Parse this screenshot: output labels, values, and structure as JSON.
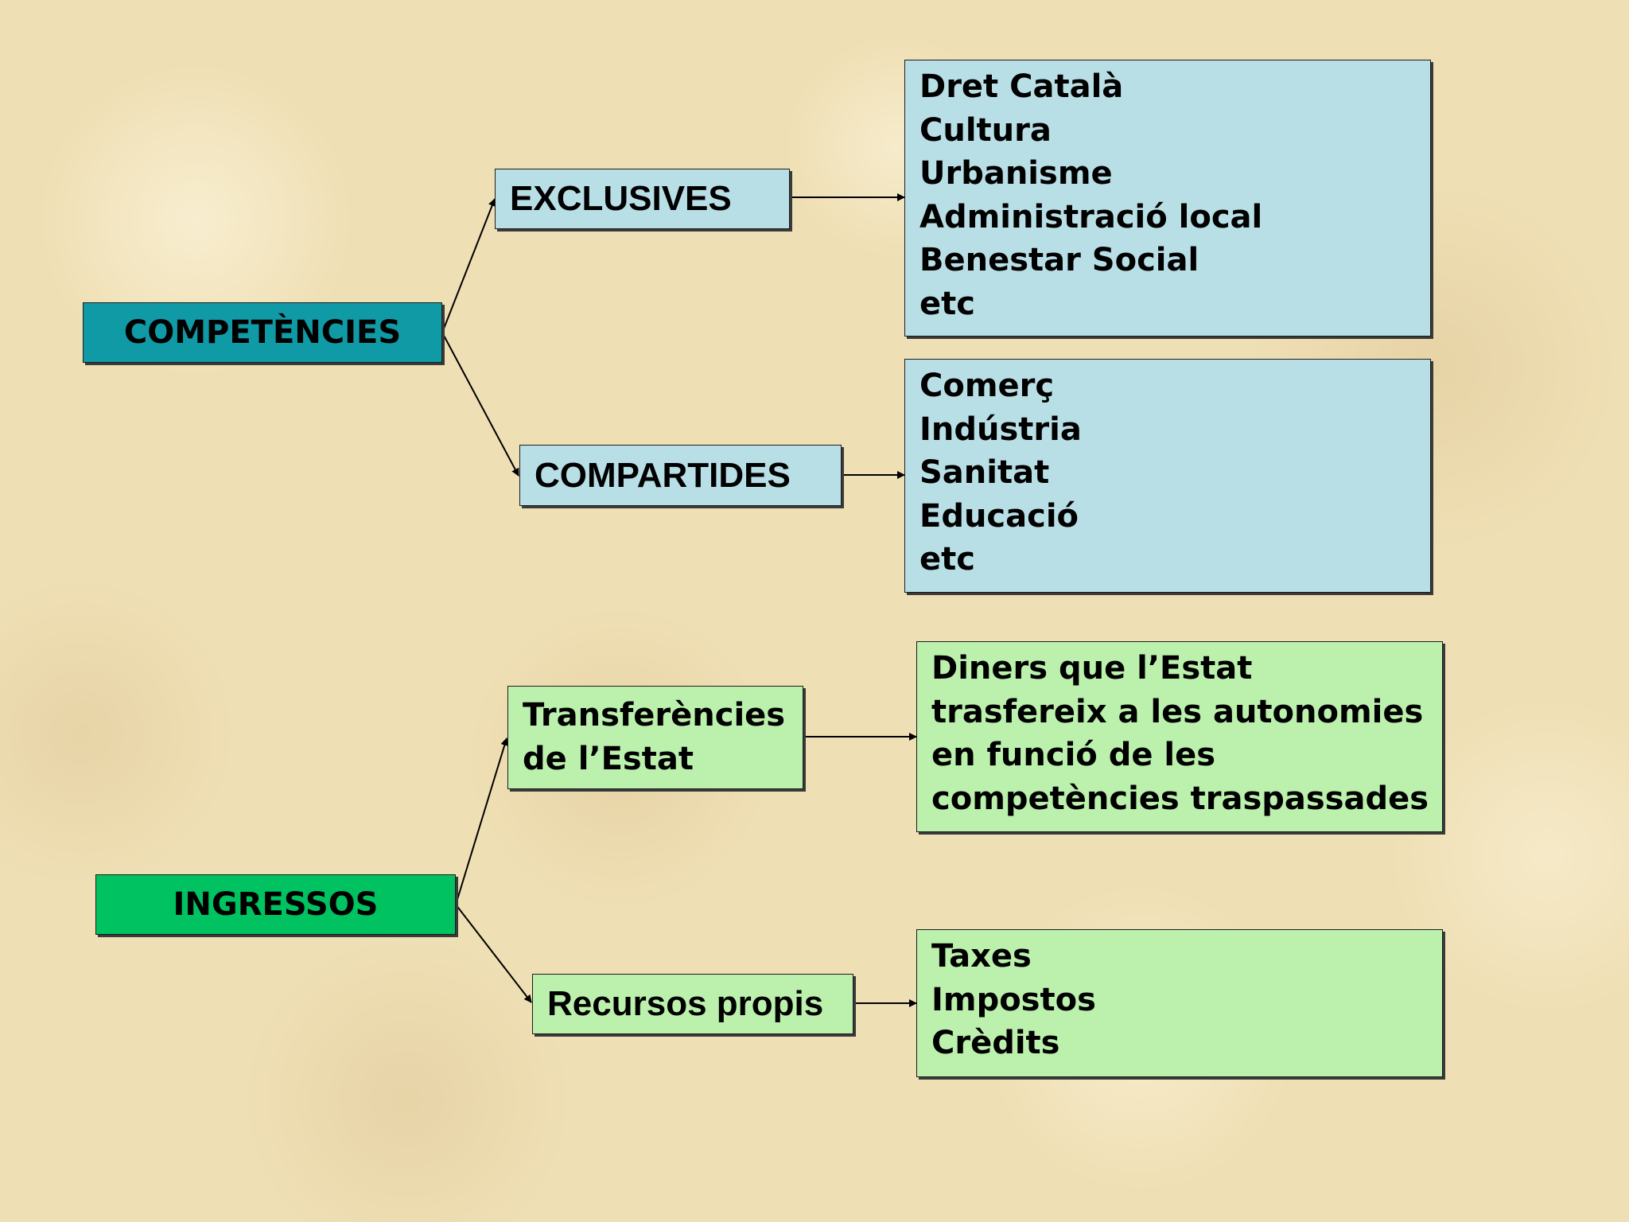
{
  "competencies": {
    "root_label": "COMPETÈNCIES",
    "exclusive": {
      "label": "EXCLUSIVES",
      "items": [
        "Dret Català",
        "Cultura",
        "Urbanisme",
        "Administració local",
        "Benestar Social",
        "etc"
      ]
    },
    "shared": {
      "label": "COMPARTIDES",
      "items": [
        "Comerç",
        "Indústria",
        "Sanitat",
        "Educació",
        "etc"
      ]
    }
  },
  "income": {
    "root_label": "INGRESSOS",
    "transfers": {
      "label_lines": [
        "Transferències",
        "de l’Estat"
      ],
      "description_lines": [
        "Diners que l’Estat",
        "trasfereix a les autonomies",
        "en funció de les",
        "competències traspassades"
      ]
    },
    "own_resources": {
      "label": "Recursos propis",
      "items": [
        "Taxes",
        "Impostos",
        "Crèdits"
      ]
    }
  },
  "colors": {
    "background": "#efdfb4",
    "competencies_root": "#109aa6",
    "competencies_child": "#b9dfe6",
    "income_root": "#00c261",
    "income_child": "#bbf1ad"
  }
}
